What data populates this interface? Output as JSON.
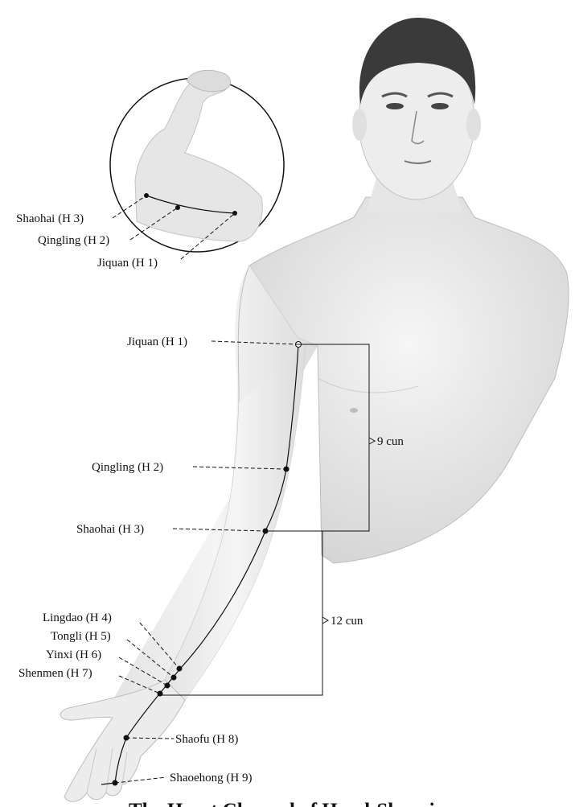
{
  "inset": {
    "labels": [
      "Shaohai (H 3)",
      "Qingling (H 2)",
      "Jiquan (H 1)"
    ]
  },
  "points": [
    {
      "id": "H1",
      "label": "Jiquan (H 1)"
    },
    {
      "id": "H2",
      "label": "Qingling (H 2)"
    },
    {
      "id": "H3",
      "label": "Shaohai (H 3)"
    },
    {
      "id": "H4",
      "label": "Lingdao (H 4)"
    },
    {
      "id": "H5",
      "label": "Tongli (H 5)"
    },
    {
      "id": "H6",
      "label": "Yinxi (H 6)"
    },
    {
      "id": "H7",
      "label": "Shenmen (H 7)"
    },
    {
      "id": "H8",
      "label": "Shaofu (H 8)"
    },
    {
      "id": "H9",
      "label": "Shaoehong (H 9)"
    }
  ],
  "measures": {
    "upper_arm": "9 cun",
    "forearm": "12 cun"
  },
  "caption": "The Heart Channel of Hand-Shaoyin",
  "colors": {
    "ink": "#111111",
    "skin_light": "#f2f2f2",
    "skin_shade": "#d6d6d6",
    "hair": "#3a3a3a"
  }
}
